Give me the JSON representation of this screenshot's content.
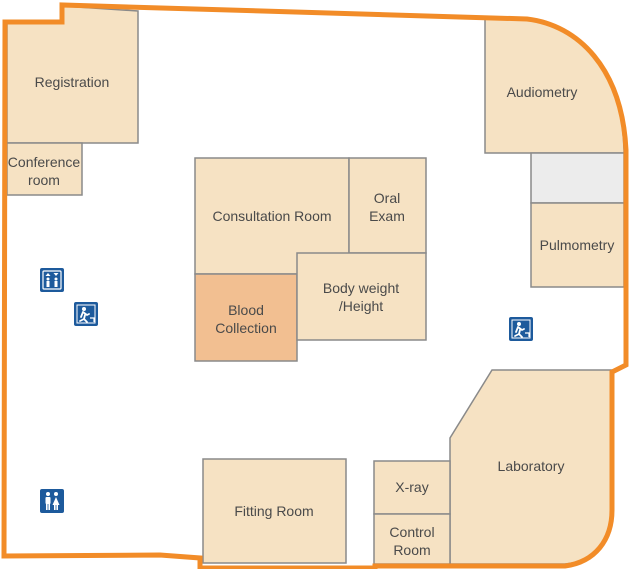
{
  "rooms": {
    "registration": "Registration",
    "conference_1": "Conference",
    "conference_2": "room",
    "consultation": "Consultation Room",
    "oral_1": "Oral",
    "oral_2": "Exam",
    "blood_1": "Blood",
    "blood_2": "Collection",
    "body_1": "Body weight",
    "body_2": "/Height",
    "audiometry": "Audiometry",
    "pulmonometry": "Pulmometry",
    "laboratory": "Laboratory",
    "fitting": "Fitting Room",
    "xray": "X-ray",
    "control_1": "Control",
    "control_2": "Room"
  },
  "icons": {
    "elevator": "elevator-icon",
    "exit_left": "emergency-exit-icon",
    "exit_right": "emergency-exit-icon",
    "restroom": "restroom-icon"
  },
  "colors": {
    "wall": "#f28c28",
    "room": "#f6e2c3",
    "highlight": "#f2bf91",
    "unlabeled": "#ececec",
    "icon": "#1d5a9c"
  }
}
